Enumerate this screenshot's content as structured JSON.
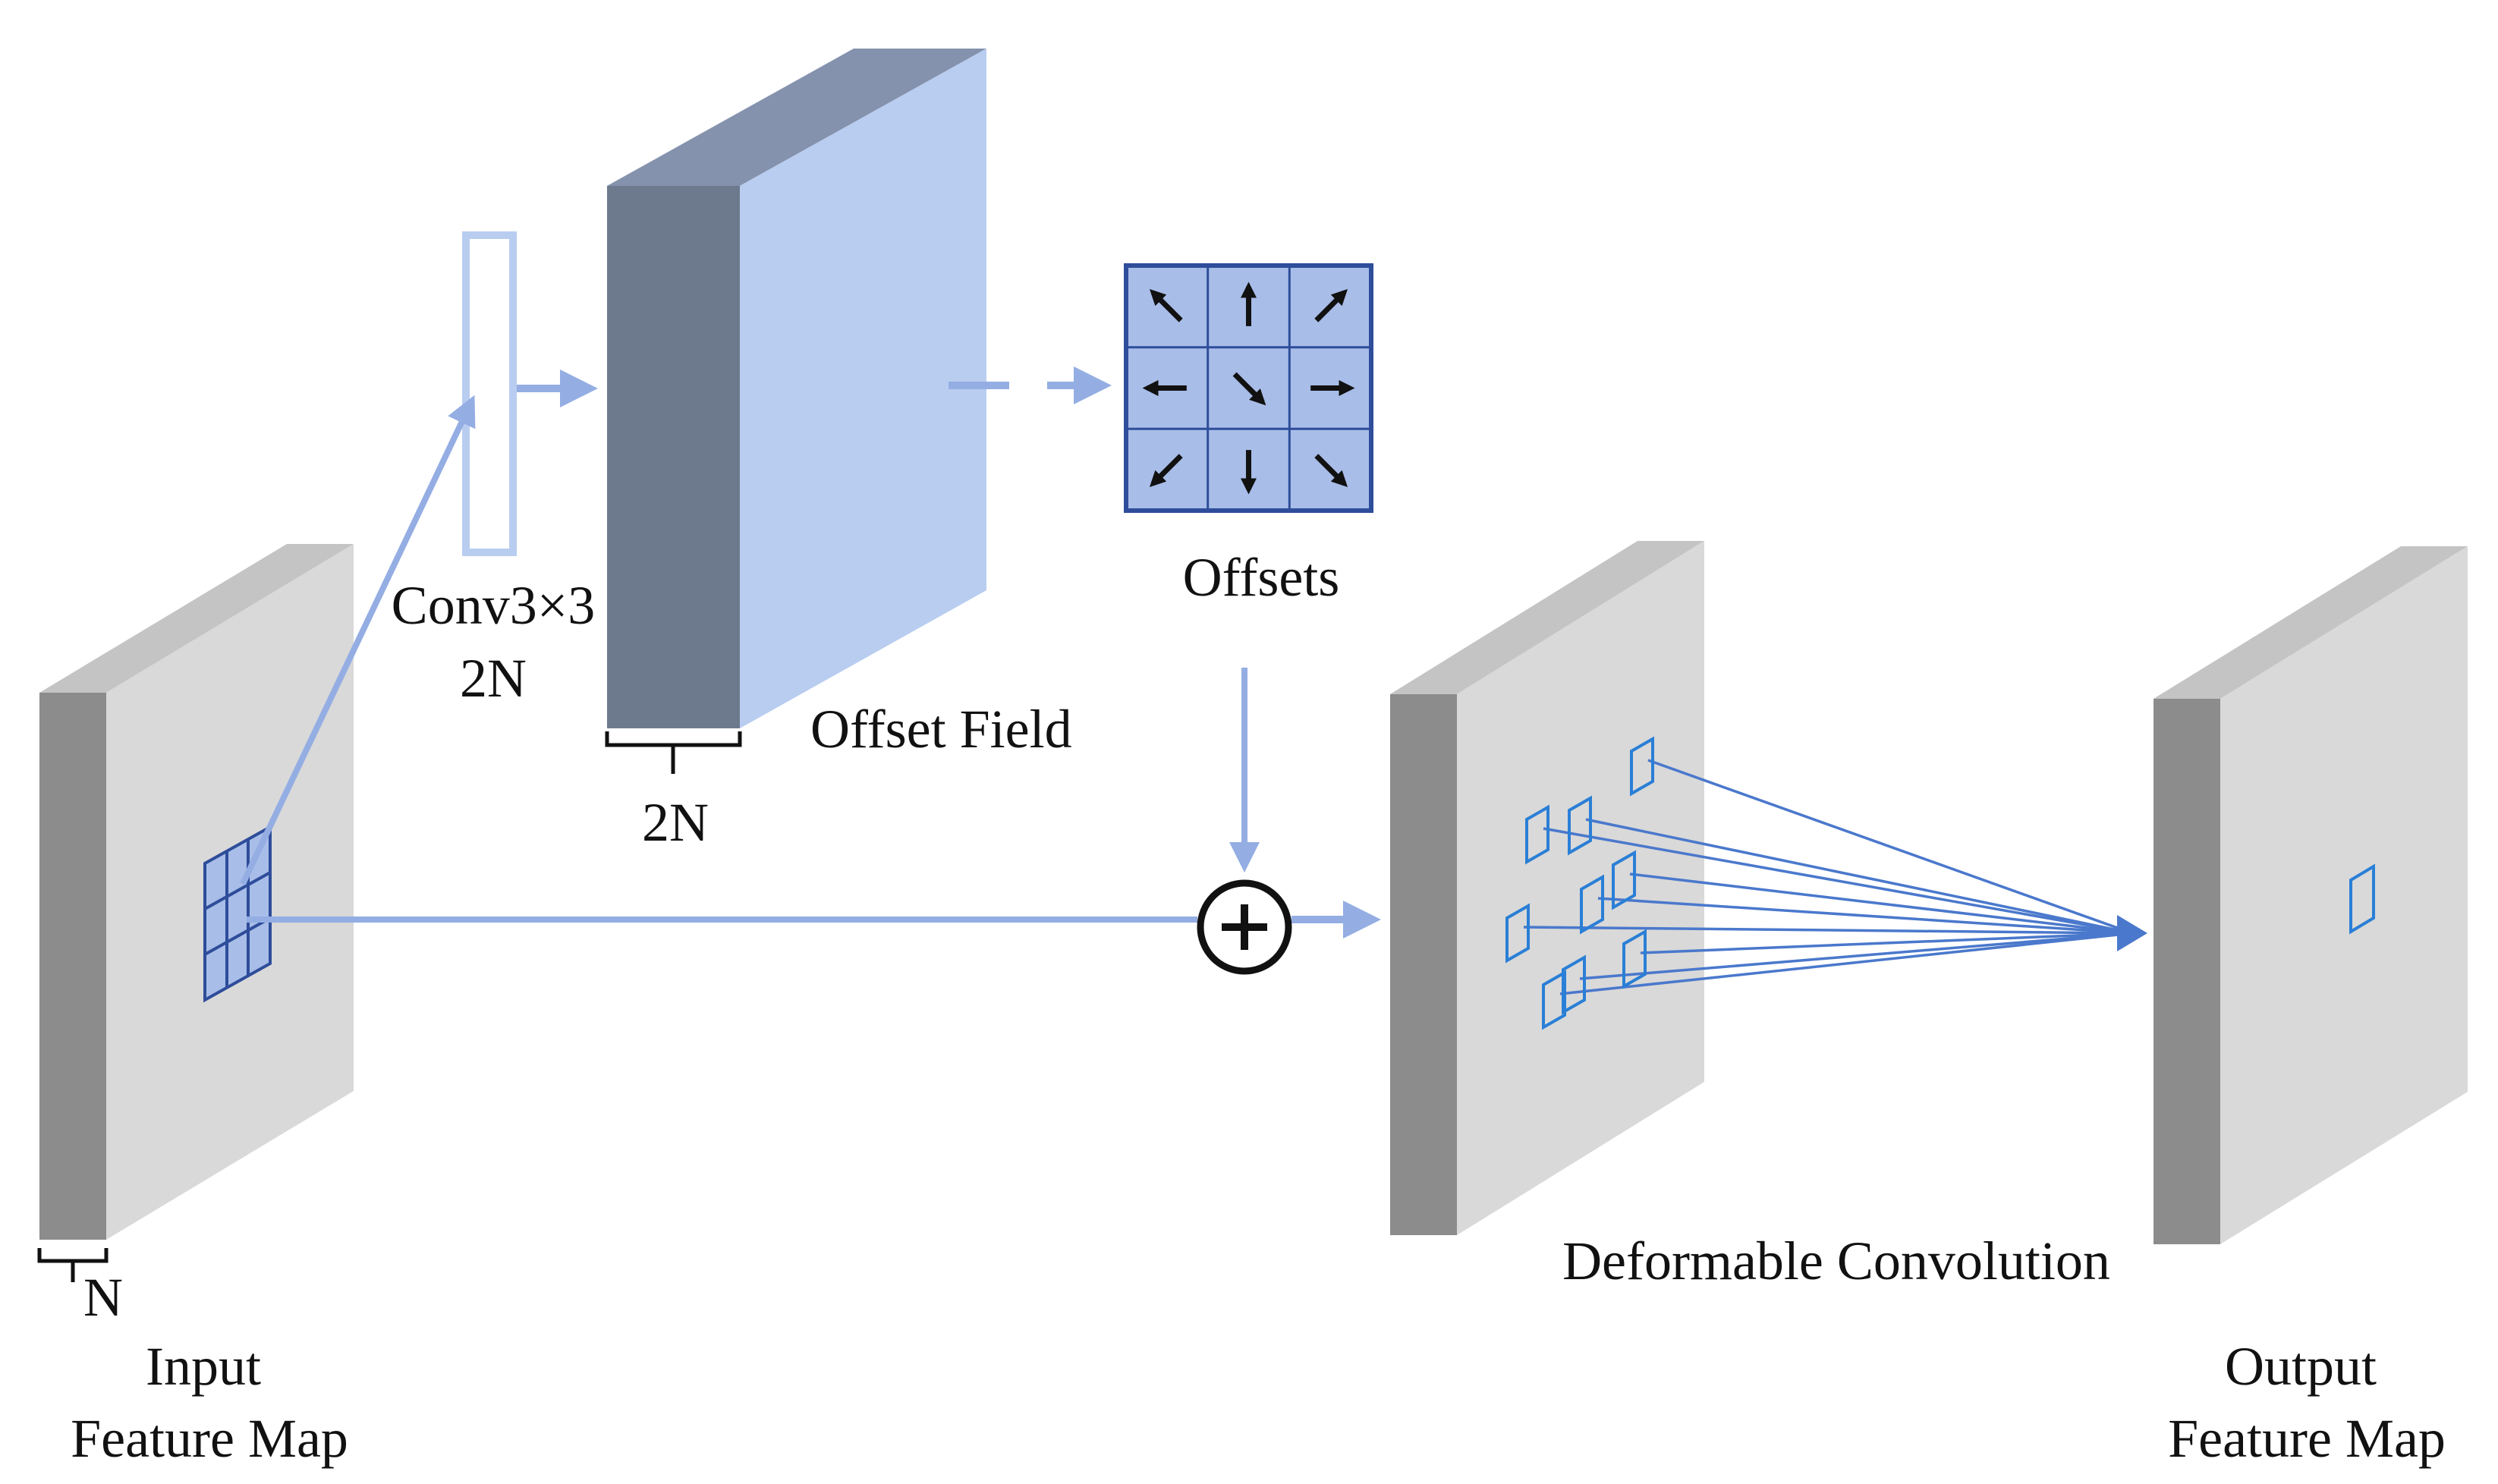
{
  "labels": {
    "conv": "Conv3×3",
    "conv_channels": "2N",
    "offset_field": "Offset Field",
    "offset_depth": "2N",
    "offsets": "Offsets",
    "input_depth": "N",
    "input_line1": "Input",
    "input_line2": "Feature Map",
    "deformable": "Deformable Convolution",
    "output_line1": "Output",
    "output_line2": "Feature Map"
  },
  "offset_arrows": [
    "up-left",
    "up",
    "up-right",
    "left",
    "down-right",
    "right",
    "down-left",
    "down",
    "down-right"
  ],
  "colors": {
    "flow_arrow": "#94aee3",
    "sampling_line": "#4a78cc",
    "offset_field_front": "#b8cdf0",
    "offset_field_side": "#6d7a8e",
    "offset_field_top": "#8592ad",
    "feature_map_front": "#d9d9d9",
    "feature_map_side": "#8c8c8c",
    "grid_fill": "#a8bde8",
    "grid_stroke": "#2e4d9a"
  }
}
